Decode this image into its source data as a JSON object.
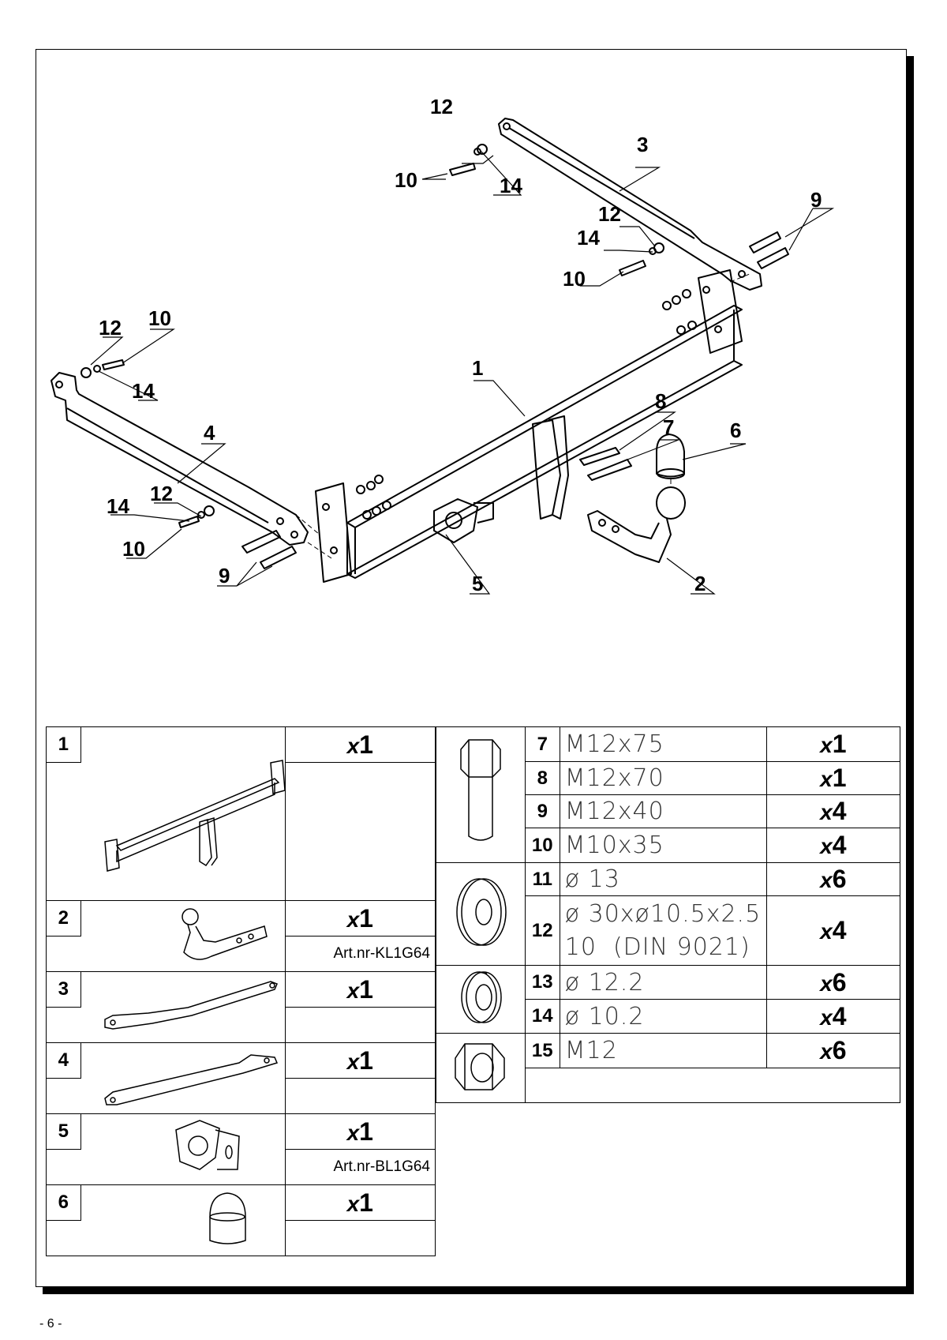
{
  "drawing": {
    "callouts": {
      "c1": "1",
      "c2": "2",
      "c3": "3",
      "c4": "4",
      "c5": "5",
      "c6": "6",
      "c7": "7",
      "c8": "8",
      "c9a": "9",
      "c9b": "9",
      "c10a": "10",
      "c10b": "10",
      "c10c": "10",
      "c10d": "10",
      "c12a": "12",
      "c12b": "12",
      "c12c": "12",
      "c12d": "12",
      "c14a": "14",
      "c14b": "14",
      "c14c": "14",
      "c14d": "14"
    }
  },
  "parts_main": [
    {
      "num": "1",
      "qty_x": "x",
      "qty_n": "1",
      "art": "",
      "icon": "tow-bar-crossmember-icon"
    },
    {
      "num": "2",
      "qty_x": "x",
      "qty_n": "1",
      "art": "Art.nr-KL1G64",
      "icon": "tow-ball-arm-icon"
    },
    {
      "num": "3",
      "qty_x": "x",
      "qty_n": "1",
      "art": "",
      "icon": "side-bracket-right-icon"
    },
    {
      "num": "4",
      "qty_x": "x",
      "qty_n": "1",
      "art": "",
      "icon": "side-bracket-left-icon"
    },
    {
      "num": "5",
      "qty_x": "x",
      "qty_n": "1",
      "art": "Art.nr-BL1G64",
      "icon": "socket-plate-icon"
    },
    {
      "num": "6",
      "qty_x": "x",
      "qty_n": "1",
      "art": "",
      "icon": "ball-cap-icon"
    }
  ],
  "parts_hardware": [
    {
      "num": "7",
      "spec": "M12x75",
      "qty_x": "x",
      "qty_n": "1"
    },
    {
      "num": "8",
      "spec": "M12x70",
      "qty_x": "x",
      "qty_n": "1"
    },
    {
      "num": "9",
      "spec": "M12x40",
      "qty_x": "x",
      "qty_n": "4"
    },
    {
      "num": "10",
      "spec": "M10x35",
      "qty_x": "x",
      "qty_n": "4"
    },
    {
      "num": "11",
      "spec": "ø 13",
      "qty_x": "x",
      "qty_n": "6"
    },
    {
      "num": "12",
      "spec": "ø 30xø10.5x2.5",
      "spec2": "10  (DIN 9021)",
      "qty_x": "x",
      "qty_n": "4"
    },
    {
      "num": "13",
      "spec": "ø 12.2",
      "qty_x": "x",
      "qty_n": "6"
    },
    {
      "num": "14",
      "spec": "ø 10.2",
      "qty_x": "x",
      "qty_n": "4"
    },
    {
      "num": "15",
      "spec": "M12",
      "qty_x": "x",
      "qty_n": "6"
    }
  ],
  "hardware_icons": [
    "bolt-icon",
    "flat-washer-icon",
    "spring-washer-icon",
    "hex-nut-icon"
  ],
  "footer": {
    "page": "- 6 -"
  }
}
